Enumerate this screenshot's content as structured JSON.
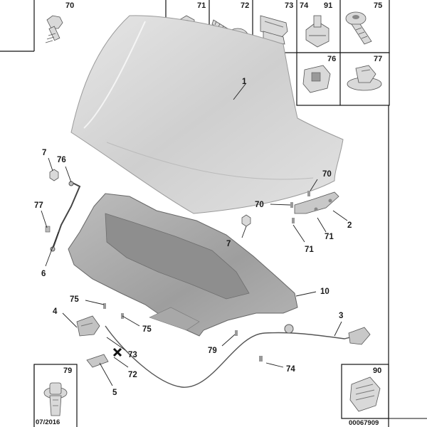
{
  "inset_cells": [
    {
      "id": "cell-70",
      "label": "70",
      "icon": "bolt-icon"
    },
    {
      "id": "cell-71",
      "label": "71",
      "icon": "flange-nut-icon"
    },
    {
      "id": "cell-72",
      "label": "72",
      "icon": "screw-icon"
    },
    {
      "id": "cell-73",
      "label": "73",
      "icon": "spring-clip-icon"
    },
    {
      "id": "cell-74-91",
      "label_a": "74",
      "label_b": "91",
      "icon": "cable-clip-icon"
    },
    {
      "id": "cell-75",
      "label": "75",
      "icon": "torx-bolt-icon"
    },
    {
      "id": "cell-76",
      "label": "76",
      "icon": "push-clip-icon"
    },
    {
      "id": "cell-77",
      "label": "77",
      "icon": "rivet-clip-icon"
    },
    {
      "id": "cell-79",
      "label": "79",
      "icon": "push-rivet-icon"
    },
    {
      "id": "cell-90",
      "label": "90",
      "icon": "fastener-clip-icon"
    }
  ],
  "callouts": {
    "c1": "1",
    "c2": "2",
    "c3": "3",
    "c4": "4",
    "c5": "5",
    "c6": "6",
    "c7a": "7",
    "c7b": "7",
    "c10": "10",
    "c70a": "70",
    "c70b": "70",
    "c71a": "71",
    "c71b": "71",
    "c72": "72",
    "c73": "73",
    "c74": "74",
    "c75a": "75",
    "c75b": "75",
    "c76": "76",
    "c77": "77",
    "c79": "79"
  },
  "footer": {
    "date": "07/2016",
    "reference": "00067909"
  },
  "colors": {
    "part_fill": "#d9d9d9",
    "part_stroke": "#555555",
    "line": "#111111"
  }
}
